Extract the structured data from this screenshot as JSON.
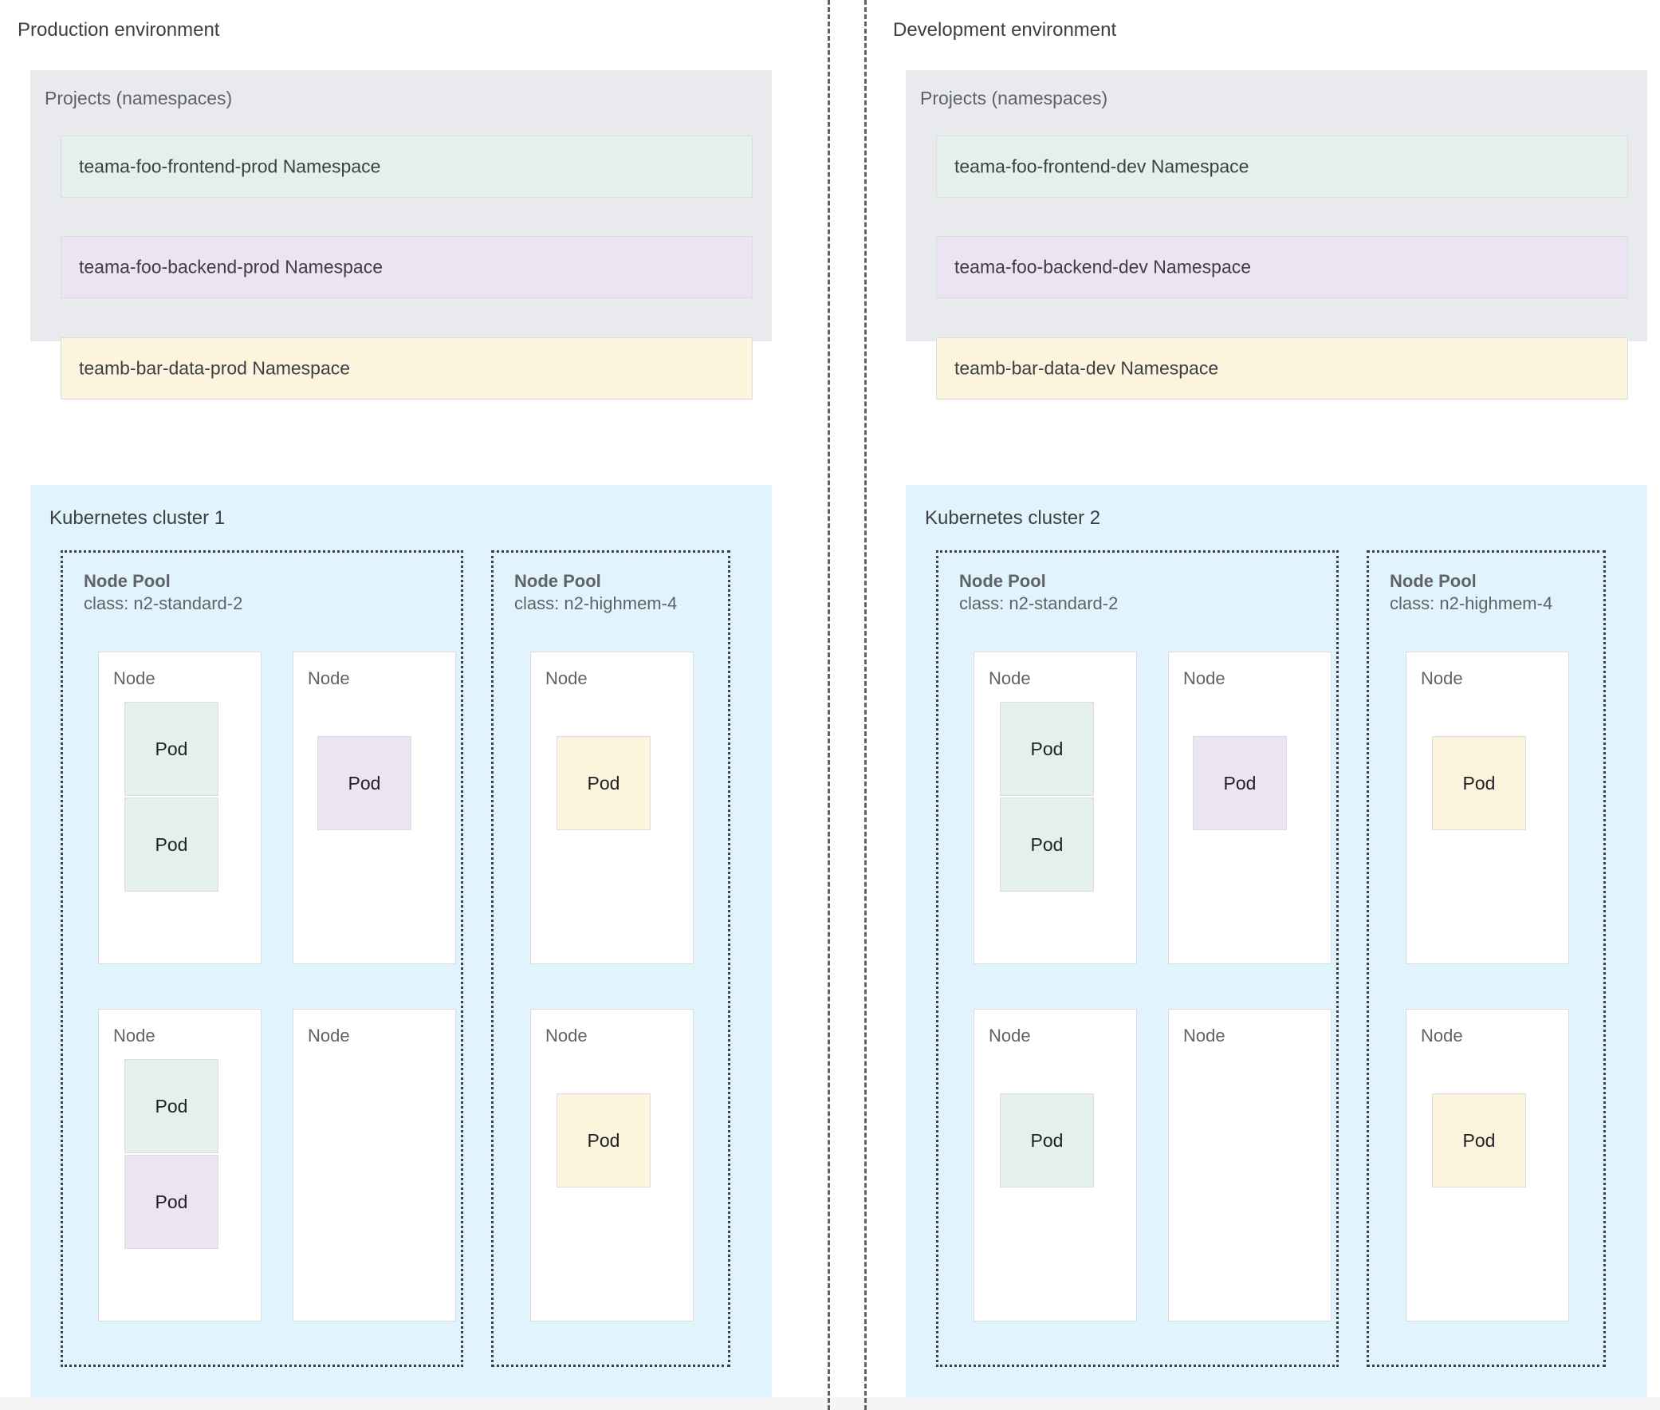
{
  "colors": {
    "canvas": "#ffffff",
    "panel_projects_bg": "#e8eaed",
    "cluster_bg": "#e1f3fc",
    "node_bg": "#ffffff",
    "node_border": "#dadce0",
    "pool_border": "#3c4043",
    "pod_green": "#e4f0ea",
    "pod_purple": "#ece4f3",
    "pod_yellow": "#fcf4dd",
    "text_primary": "#3c4043",
    "text_secondary": "#5f6368",
    "divider": "#5f6368"
  },
  "labels": {
    "node": "Node",
    "pod": "Pod",
    "node_pool": "Node Pool",
    "projects_title": "Projects (namespaces)"
  },
  "environments": [
    {
      "title": "Production environment",
      "projects": {
        "title": "Projects (namespaces)",
        "namespaces": [
          {
            "name": "teama-foo-frontend-prod Namespace",
            "color": "green"
          },
          {
            "name": "teama-foo-backend-prod Namespace",
            "color": "purple"
          },
          {
            "name": "teamb-bar-data-prod Namespace",
            "color": "yellow"
          }
        ]
      },
      "cluster": {
        "title": "Kubernetes cluster 1",
        "node_pools": [
          {
            "name": "Node Pool",
            "class": "class: n2-standard-2",
            "columns": [
              {
                "nodes": [
                  {
                    "label": "Node",
                    "pods": [
                      {
                        "label": "Pod",
                        "color": "green"
                      },
                      {
                        "label": "Pod",
                        "color": "green"
                      }
                    ]
                  },
                  {
                    "label": "Node",
                    "pods": [
                      {
                        "label": "Pod",
                        "color": "green"
                      },
                      {
                        "label": "Pod",
                        "color": "purple"
                      }
                    ]
                  }
                ]
              },
              {
                "nodes": [
                  {
                    "label": "Node",
                    "pods": [
                      {
                        "label": "Pod",
                        "color": "purple"
                      }
                    ]
                  },
                  {
                    "label": "Node",
                    "pods": []
                  }
                ]
              }
            ]
          },
          {
            "name": "Node Pool",
            "class": "class: n2-highmem-4",
            "columns": [
              {
                "nodes": [
                  {
                    "label": "Node",
                    "pods": [
                      {
                        "label": "Pod",
                        "color": "yellow"
                      }
                    ]
                  },
                  {
                    "label": "Node",
                    "pods": [
                      {
                        "label": "Pod",
                        "color": "yellow"
                      }
                    ]
                  }
                ]
              }
            ]
          }
        ]
      }
    },
    {
      "title": "Development environment",
      "projects": {
        "title": "Projects (namespaces)",
        "namespaces": [
          {
            "name": "teama-foo-frontend-dev Namespace",
            "color": "green"
          },
          {
            "name": "teama-foo-backend-dev Namespace",
            "color": "purple"
          },
          {
            "name": "teamb-bar-data-dev Namespace",
            "color": "yellow"
          }
        ]
      },
      "cluster": {
        "title": "Kubernetes cluster 2",
        "node_pools": [
          {
            "name": "Node Pool",
            "class": "class: n2-standard-2",
            "columns": [
              {
                "nodes": [
                  {
                    "label": "Node",
                    "pods": [
                      {
                        "label": "Pod",
                        "color": "green"
                      },
                      {
                        "label": "Pod",
                        "color": "green"
                      }
                    ]
                  },
                  {
                    "label": "Node",
                    "pods": [
                      {
                        "label": "Pod",
                        "color": "green"
                      }
                    ]
                  }
                ]
              },
              {
                "nodes": [
                  {
                    "label": "Node",
                    "pods": [
                      {
                        "label": "Pod",
                        "color": "purple"
                      }
                    ]
                  },
                  {
                    "label": "Node",
                    "pods": []
                  }
                ]
              }
            ]
          },
          {
            "name": "Node Pool",
            "class": "class: n2-highmem-4",
            "columns": [
              {
                "nodes": [
                  {
                    "label": "Node",
                    "pods": [
                      {
                        "label": "Pod",
                        "color": "yellow"
                      }
                    ]
                  },
                  {
                    "label": "Node",
                    "pods": [
                      {
                        "label": "Pod",
                        "color": "yellow"
                      }
                    ]
                  }
                ]
              }
            ]
          }
        ]
      }
    }
  ]
}
